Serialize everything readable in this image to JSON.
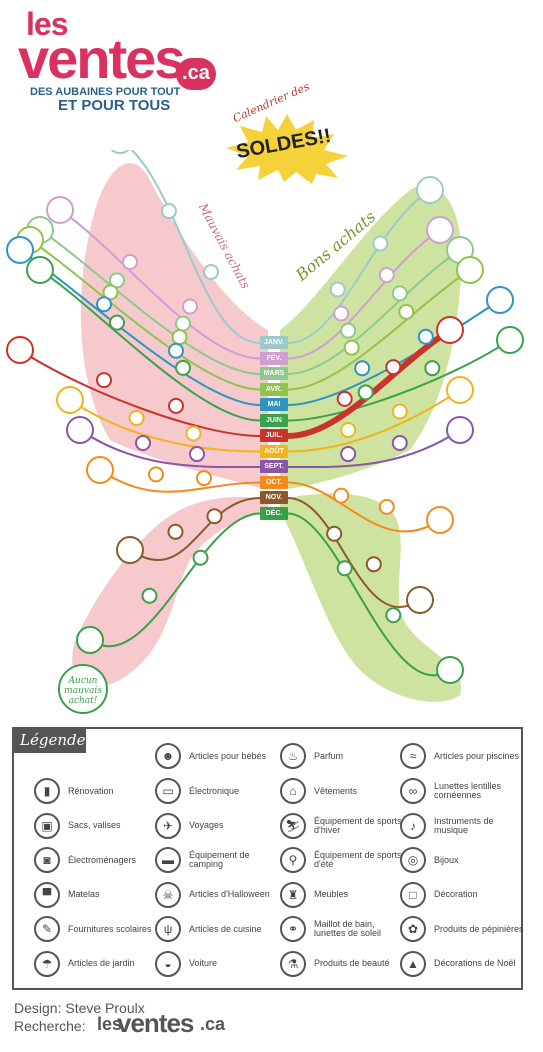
{
  "logo": {
    "les": "les",
    "ventes": "ventes",
    "ca": ".ca",
    "tagline_1": "DES AUBAINES POUR TOUT",
    "tagline_2": "ET POUR TOUS"
  },
  "title": {
    "calendar": "Calendrier des",
    "soldes": "SOLDES!!"
  },
  "wings": {
    "bad": "Mauvais achats",
    "good": "Bons achats",
    "none": [
      "Aucun",
      "mauvais",
      "achat!"
    ]
  },
  "months": [
    "JANV.",
    "FÉV.",
    "MARS",
    "AVR.",
    "MAI",
    "JUIN",
    "JUIL.",
    "AOÛT",
    "SEPT.",
    "OCT.",
    "NOV.",
    "DÉC."
  ],
  "month_colors": [
    "#9ec9cc",
    "#d09ed0",
    "#8dc98d",
    "#8fc34b",
    "#2f94c2",
    "#3aa24a",
    "#c8342b",
    "#f0b41c",
    "#8a56a8",
    "#f28a1e",
    "#8a5a2b",
    "#39a04a"
  ],
  "legend": {
    "title": "Légende",
    "items": [
      {
        "icon": "baby-icon",
        "label": "Articles pour bébés",
        "glyph": "☻"
      },
      {
        "icon": "perfume-icon",
        "label": "Parfum",
        "glyph": "♨"
      },
      {
        "icon": "pool-icon",
        "label": "Articles pour piscines",
        "glyph": "≈"
      },
      {
        "icon": "roller-icon",
        "label": "Rénovation",
        "glyph": "▮"
      },
      {
        "icon": "tv-icon",
        "label": "Électronique",
        "glyph": "▭"
      },
      {
        "icon": "hanger-icon",
        "label": "Vêtements",
        "glyph": "⌂"
      },
      {
        "icon": "glasses-icon",
        "label": "Lunettes lentilles cornéennes",
        "glyph": "∞"
      },
      {
        "icon": "suitcase-icon",
        "label": "Sacs, valises",
        "glyph": "▣"
      },
      {
        "icon": "plane-icon",
        "label": "Voyages",
        "glyph": "✈"
      },
      {
        "icon": "skier-icon",
        "label": "Équipement de sports d'hiver",
        "glyph": "⛷"
      },
      {
        "icon": "guitar-icon",
        "label": "Instruments de musique",
        "glyph": "♪"
      },
      {
        "icon": "washer-icon",
        "label": "Électroménagers",
        "glyph": "◙"
      },
      {
        "icon": "camper-icon",
        "label": "Équipement de camping",
        "glyph": "▬"
      },
      {
        "icon": "bike-icon",
        "label": "Équipement de sports d'été",
        "glyph": "⚲"
      },
      {
        "icon": "ring-icon",
        "label": "Bijoux",
        "glyph": "◎"
      },
      {
        "icon": "bed-icon",
        "label": "Matelas",
        "glyph": "▀"
      },
      {
        "icon": "halloween-icon",
        "label": "Articles d'Halloween",
        "glyph": "☠"
      },
      {
        "icon": "chair-icon",
        "label": "Meubles",
        "glyph": "♜"
      },
      {
        "icon": "frame-icon",
        "label": "Décoration",
        "glyph": "□"
      },
      {
        "icon": "pencil-icon",
        "label": "Fournitures scolaires",
        "glyph": "✎"
      },
      {
        "icon": "cutlery-icon",
        "label": "Articles de cuisine",
        "glyph": "ψ"
      },
      {
        "icon": "sunglasses-icon",
        "label": "Maillot de bain, lunettes de soleil",
        "glyph": "⚭"
      },
      {
        "icon": "flower-icon",
        "label": "Produits de pépinières",
        "glyph": "✿"
      },
      {
        "icon": "watering-can-icon",
        "label": "Articles de jardin",
        "glyph": "☂"
      },
      {
        "icon": "car-icon",
        "label": "Voiture",
        "glyph": "◒"
      },
      {
        "icon": "beauty-icon",
        "label": "Produits de beauté",
        "glyph": "⚗"
      },
      {
        "icon": "xmas-icon",
        "label": "Décorations de Noël",
        "glyph": "▲"
      }
    ]
  },
  "credits": {
    "design": "Design: Steve Proulx",
    "research": "Recherche:",
    "les": "les",
    "ventes": "ventes",
    "ca": ".ca"
  }
}
